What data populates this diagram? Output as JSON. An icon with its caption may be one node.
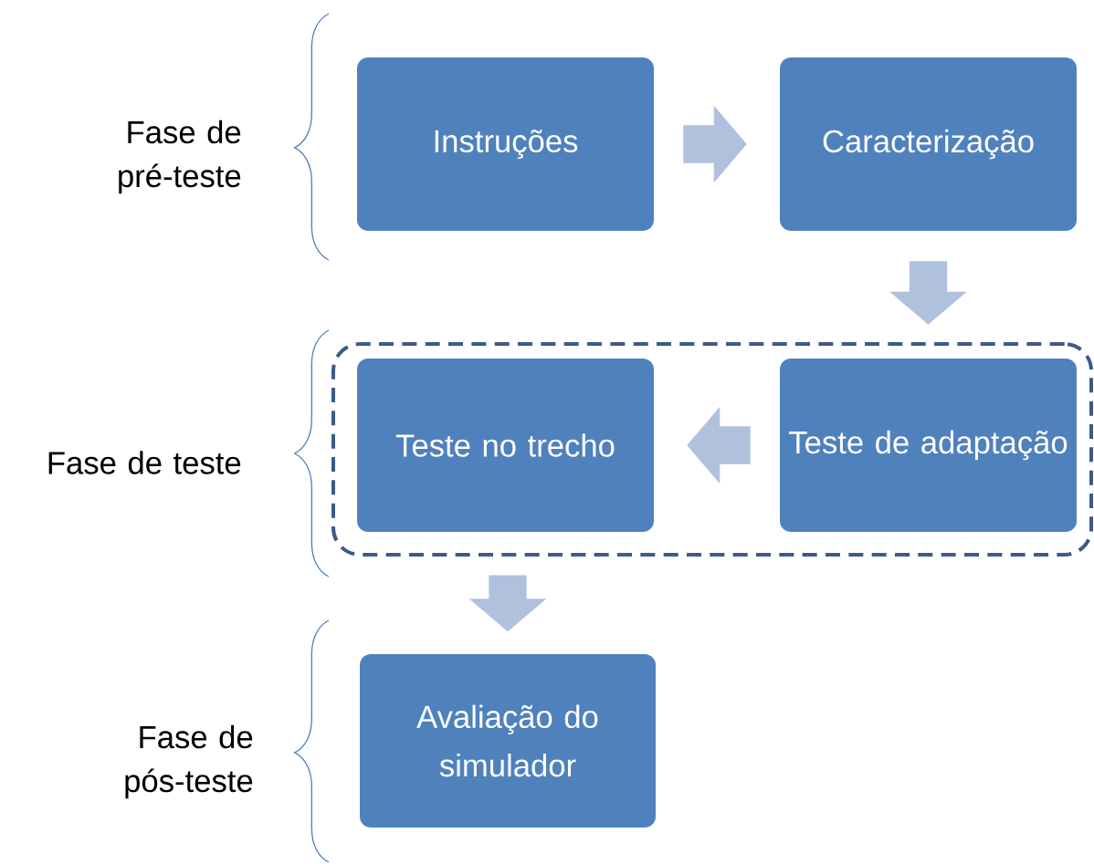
{
  "diagram": {
    "nodes": [
      {
        "text": [
          "Instruções"
        ]
      },
      {
        "text": [
          "Caracterização"
        ]
      },
      {
        "text": [],
        "shape": "box"
      },
      {
        "text": [
          "Teste no trecho"
        ],
        "in": 2
      },
      {
        "text": [
          "Teste de adaptação"
        ],
        "in": 2
      },
      {
        "text": [
          "Avaliação do simulador"
        ]
      }
    ],
    "edges": [
      {
        "from": 0,
        "to": 1,
        "arrow": "to"
      },
      {
        "from": 1,
        "to": 4,
        "arrow": "to"
      },
      {
        "from": 4,
        "to": 3,
        "arrow": "to"
      },
      {
        "from": 2,
        "to": 5,
        "arrow": "to"
      }
    ],
    "labels": [
      "Fase de pré-teste",
      "Fase de teste",
      "Fase de pós-teste"
    ]
  }
}
